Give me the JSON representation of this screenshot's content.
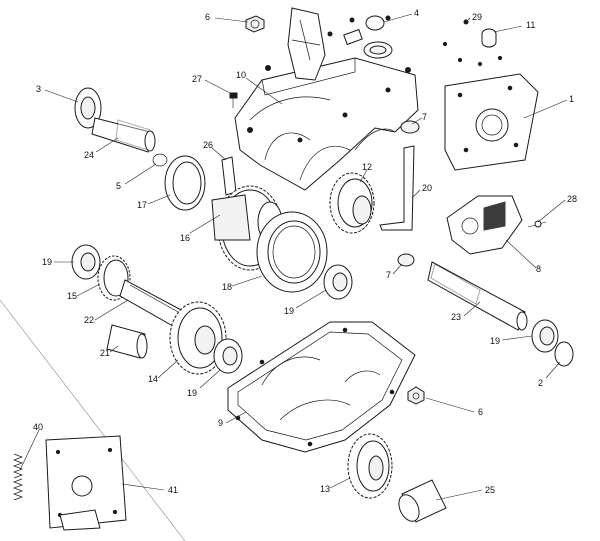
{
  "callouts": [
    {
      "id": "c1",
      "text": "1"
    },
    {
      "id": "c2",
      "text": "2"
    },
    {
      "id": "c3",
      "text": "3"
    },
    {
      "id": "c4",
      "text": "4"
    },
    {
      "id": "c5",
      "text": "5"
    },
    {
      "id": "c6a",
      "text": "6"
    },
    {
      "id": "c6b",
      "text": "6"
    },
    {
      "id": "c7a",
      "text": "7"
    },
    {
      "id": "c7b",
      "text": "7"
    },
    {
      "id": "c8",
      "text": "8"
    },
    {
      "id": "c9",
      "text": "9"
    },
    {
      "id": "c10",
      "text": "10"
    },
    {
      "id": "c11",
      "text": "11"
    },
    {
      "id": "c12",
      "text": "12"
    },
    {
      "id": "c13",
      "text": "13"
    },
    {
      "id": "c14",
      "text": "14"
    },
    {
      "id": "c15",
      "text": "15"
    },
    {
      "id": "c16",
      "text": "16"
    },
    {
      "id": "c17",
      "text": "17"
    },
    {
      "id": "c18",
      "text": "18"
    },
    {
      "id": "c19a",
      "text": "19"
    },
    {
      "id": "c19b",
      "text": "19"
    },
    {
      "id": "c19c",
      "text": "19"
    },
    {
      "id": "c19d",
      "text": "19"
    },
    {
      "id": "c20",
      "text": "20"
    },
    {
      "id": "c21",
      "text": "21"
    },
    {
      "id": "c22",
      "text": "22"
    },
    {
      "id": "c23",
      "text": "23"
    },
    {
      "id": "c24",
      "text": "24"
    },
    {
      "id": "c25",
      "text": "25"
    },
    {
      "id": "c26",
      "text": "26"
    },
    {
      "id": "c27",
      "text": "27"
    },
    {
      "id": "c28",
      "text": "28"
    },
    {
      "id": "c29",
      "text": "29"
    },
    {
      "id": "c40",
      "text": "40"
    },
    {
      "id": "c41",
      "text": "41"
    }
  ]
}
